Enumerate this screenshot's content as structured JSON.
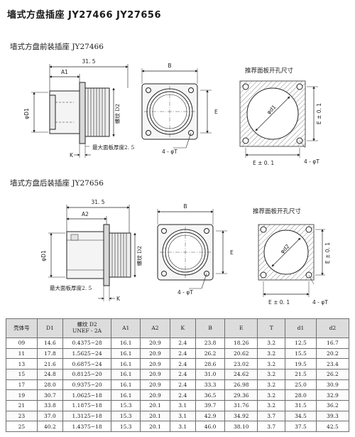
{
  "page": {
    "title": "墙式方盘插座   JY27466    JY27656"
  },
  "section1": {
    "title": "墙式方盘前装插座  JY27466",
    "dim_31_5": "31. 5",
    "dim_A1": "A1",
    "dim_phiD1": "φD1",
    "thread_label": "螺纹 D2",
    "max_panel": "最大面板厚度2. 5",
    "dim_K": "K",
    "dim_B": "B",
    "dim_E": "E",
    "hole_label": "4 - φT",
    "cutout_title": "推荐面板开孔尺寸",
    "cutout_phid": "φd1",
    "cutout_E_h": "E ± 0. 1",
    "cutout_E_v": "E ± 0. 1",
    "cutout_holes": "4 - φT"
  },
  "section2": {
    "title": "墙式方盘后装插座  JY27656",
    "dim_31_5": "31. 5",
    "dim_A2": "A2",
    "dim_phiD1": "φD1",
    "thread_label": "螺纹 D2",
    "max_panel": "最大面板厚度2. 5",
    "dim_K": "K",
    "dim_B": "B",
    "dim_E": "E",
    "hole_label": "4 - φT",
    "cutout_title": "推荐面板开孔尺寸",
    "cutout_phid": "φd2",
    "cutout_E_h": "E ± 0. 1",
    "cutout_E_v": "E ± 0. 1",
    "cutout_holes": "4 - φT"
  },
  "table": {
    "headers": [
      "壳体号",
      "D1",
      "螺纹 D2\nUNEF - 2A",
      "A1",
      "A2",
      "K",
      "B",
      "E",
      "T",
      "d1",
      "d2"
    ],
    "rows": [
      [
        "09",
        "14.6",
        "0.4375−28",
        "16.1",
        "20.9",
        "2.4",
        "23.8",
        "18.26",
        "3.2",
        "12.5",
        "16.7"
      ],
      [
        "11",
        "17.8",
        "1.5625−24",
        "16.1",
        "20.9",
        "2.4",
        "26.2",
        "20.62",
        "3.2",
        "15.5",
        "20.2"
      ],
      [
        "13",
        "21.6",
        "0.6875−24",
        "16.1",
        "20.9",
        "2.4",
        "28.6",
        "23.02",
        "3.2",
        "19.5",
        "23.4"
      ],
      [
        "15",
        "24.8",
        "0.8125−20",
        "16.1",
        "20.9",
        "2.4",
        "31.0",
        "24.62",
        "3.2",
        "21.5",
        "26.2"
      ],
      [
        "17",
        "28.0",
        "0.9375−20",
        "16.1",
        "20.9",
        "2.4",
        "33.3",
        "26.98",
        "3.2",
        "25.0",
        "30.9"
      ],
      [
        "19",
        "30.7",
        "1.0625−18",
        "16.1",
        "20.9",
        "2.4",
        "36.5",
        "29.36",
        "3.2",
        "28.0",
        "32.9"
      ],
      [
        "21",
        "33.8",
        "1.1875−18",
        "15.3",
        "20.1",
        "3.1",
        "39.7",
        "31.76",
        "3.2",
        "31.5",
        "36.2"
      ],
      [
        "23",
        "37.0",
        "1.3125−18",
        "15.3",
        "20.1",
        "3.1",
        "42.9",
        "34.92",
        "3.7",
        "34.5",
        "39.3"
      ],
      [
        "25",
        "40.2",
        "1.4375−18",
        "15.3",
        "20.1",
        "3.1",
        "46.0",
        "38.10",
        "3.7",
        "37.5",
        "42.5"
      ]
    ]
  }
}
